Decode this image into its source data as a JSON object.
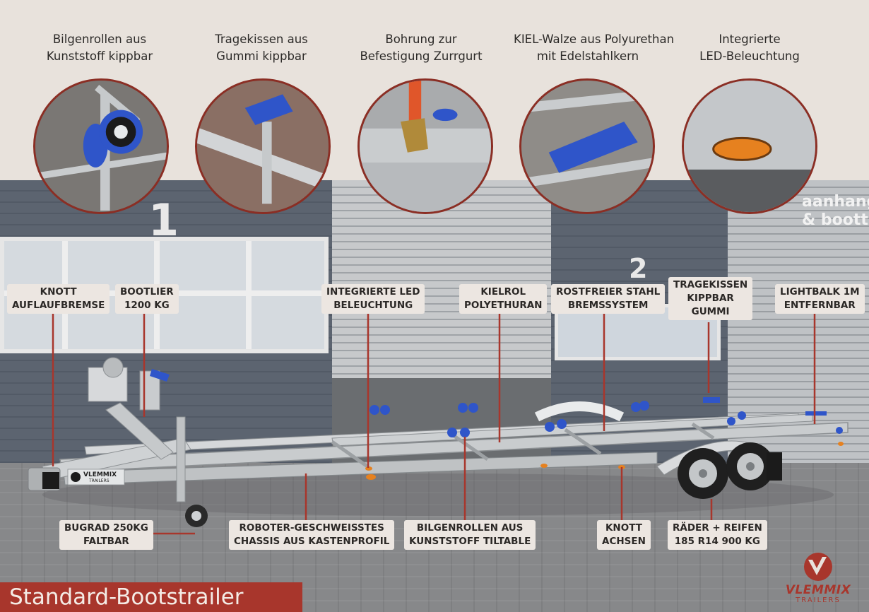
{
  "title": "Standard-Bootstrailer",
  "features": [
    {
      "line1": "Bilgenrollen aus",
      "line2": "Kunststoff kippbar"
    },
    {
      "line1": "Tragekissen aus",
      "line2": "Gummi kippbar"
    },
    {
      "line1": "Bohrung zur",
      "line2": "Befestigung Zurrgurt"
    },
    {
      "line1": "KIEL-Walze aus Polyurethan",
      "line2": "mit Edelstahlkern"
    },
    {
      "line1": "Integrierte",
      "line2": "LED-Beleuchtung"
    }
  ],
  "callouts": {
    "knott": {
      "line1": "KNOTT",
      "line2": "AUFLAUFBREMSE"
    },
    "bootlier": {
      "line1": "BOOTLIER",
      "line2": "1200 KG"
    },
    "led": {
      "line1": "INTEGRIERTE LED",
      "line2": "BELEUCHTUNG"
    },
    "kielrol": {
      "line1": "KIELROL",
      "line2": "POLYETHURAN"
    },
    "rostfrei": {
      "line1": "ROSTFREIER STAHL",
      "line2": "BREMSSYSTEM"
    },
    "tragekissen": {
      "line1": "TRAGEKISSEN",
      "line2": "KIPPBAR",
      "line3": "GUMMI"
    },
    "lightbalk": {
      "line1": "LIGHTBALK 1M",
      "line2": "ENTFERNBAR"
    },
    "bugrad": {
      "line1": "BUGRAD 250KG",
      "line2": "FALTBAR"
    },
    "chassis": {
      "line1": "ROBOTER-GESCHWEISSTES",
      "line2": "CHASSIS AUS KASTENPROFIL"
    },
    "bilgen": {
      "line1": "BILGENROLLEN AUS",
      "line2": "KUNSTSTOFF TILTABLE"
    },
    "achsen": {
      "line1": "KNOTT",
      "line2": "ACHSEN"
    },
    "raeder": {
      "line1": "RÄDER + REIFEN",
      "line2": "185 R14 900 KG"
    }
  },
  "building": {
    "door_1": "1",
    "door_2": "2",
    "sign_line1": "aanhang",
    "sign_line2": "& boottr"
  },
  "trailer_badge": "VLEMMIX",
  "trailer_badge_sub": "TRAILERS",
  "logo": {
    "word": "VLEMMIX",
    "sub": "TRAILERS"
  },
  "colors": {
    "accent": "#a8362c",
    "background": "#e8e2dc",
    "roller_blue": "#2f55c9",
    "led_orange": "#e6811f"
  }
}
